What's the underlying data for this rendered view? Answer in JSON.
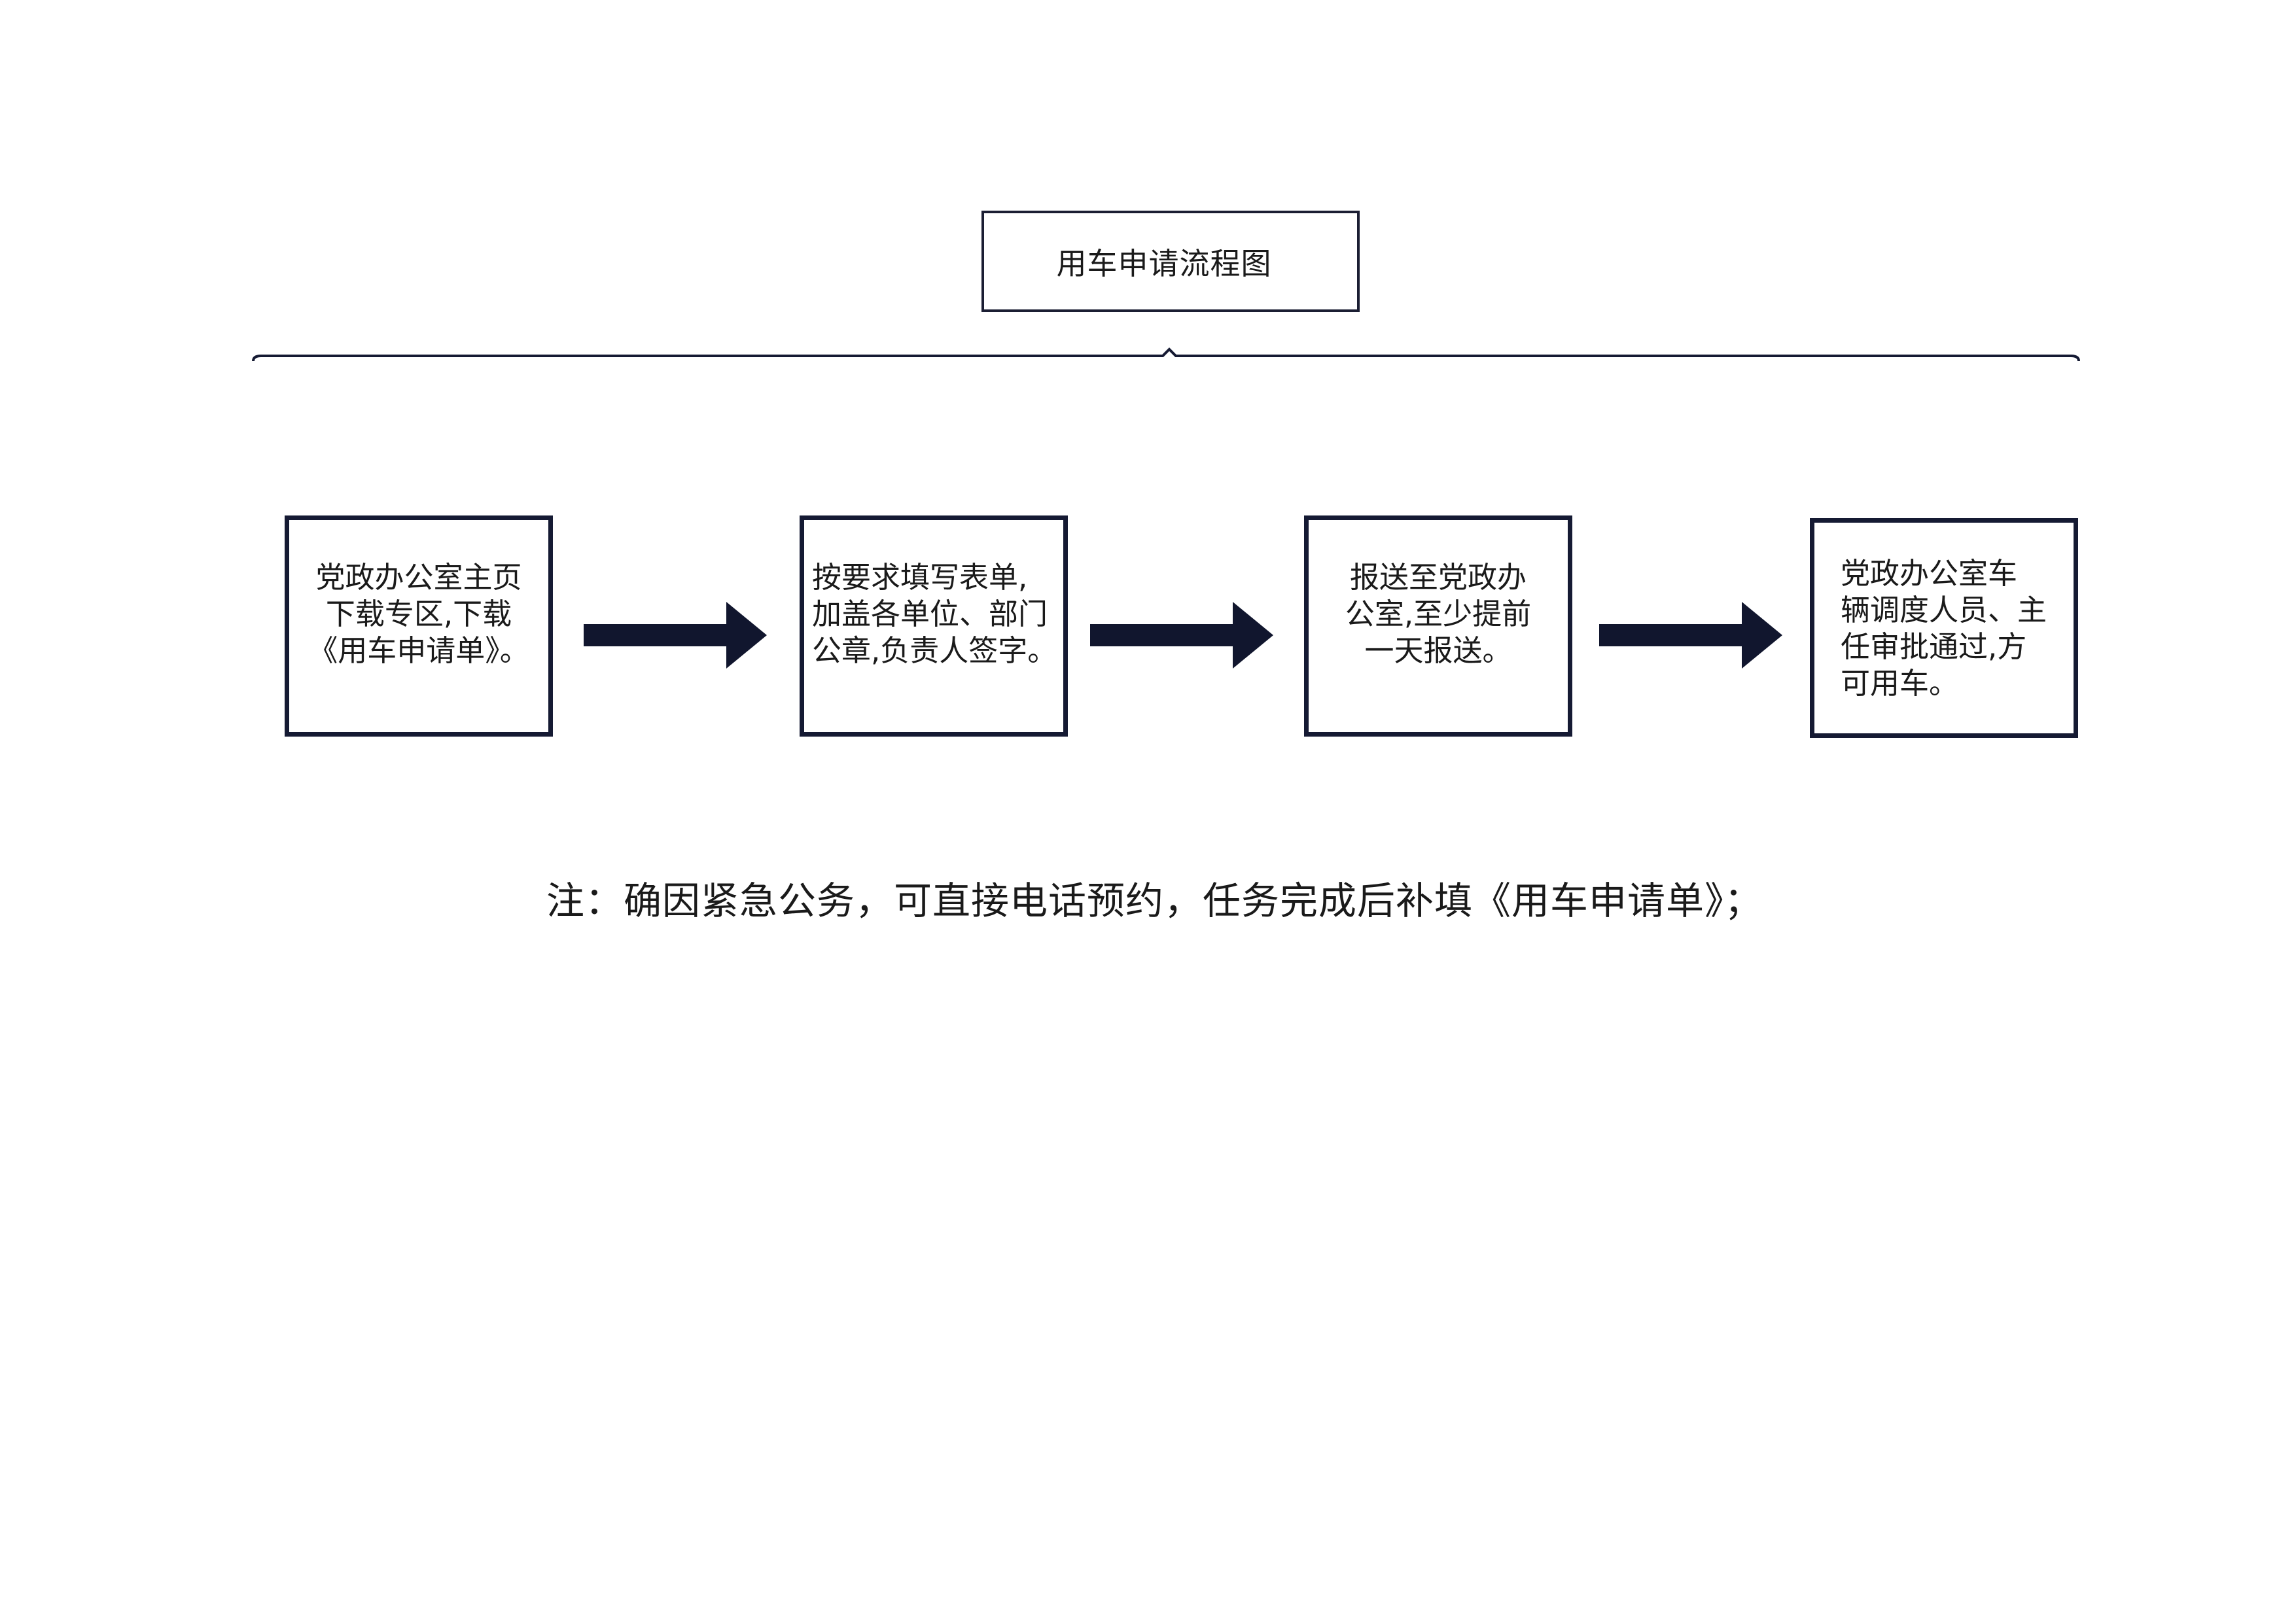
{
  "title": "用车申请流程图",
  "steps": [
    {
      "text": "党政办公室主页\n下载专区,下载\n《用车申请单》。"
    },
    {
      "text": "按要求填写表单,\n加盖各单位、部门\n公章,负责人签字。"
    },
    {
      "text": "报送至党政办\n公室,至少提前\n一天报送。"
    },
    {
      "text": "党政办公室车\n辆调度人员、主\n任审批通过,方\n可用车。"
    }
  ],
  "note": "注：确因紧急公务，可直接电话预约，任务完成后补填《用车申请单》；",
  "colors": {
    "border": "#151a33",
    "arrow": "#11162e",
    "text": "#1a1a1a"
  }
}
